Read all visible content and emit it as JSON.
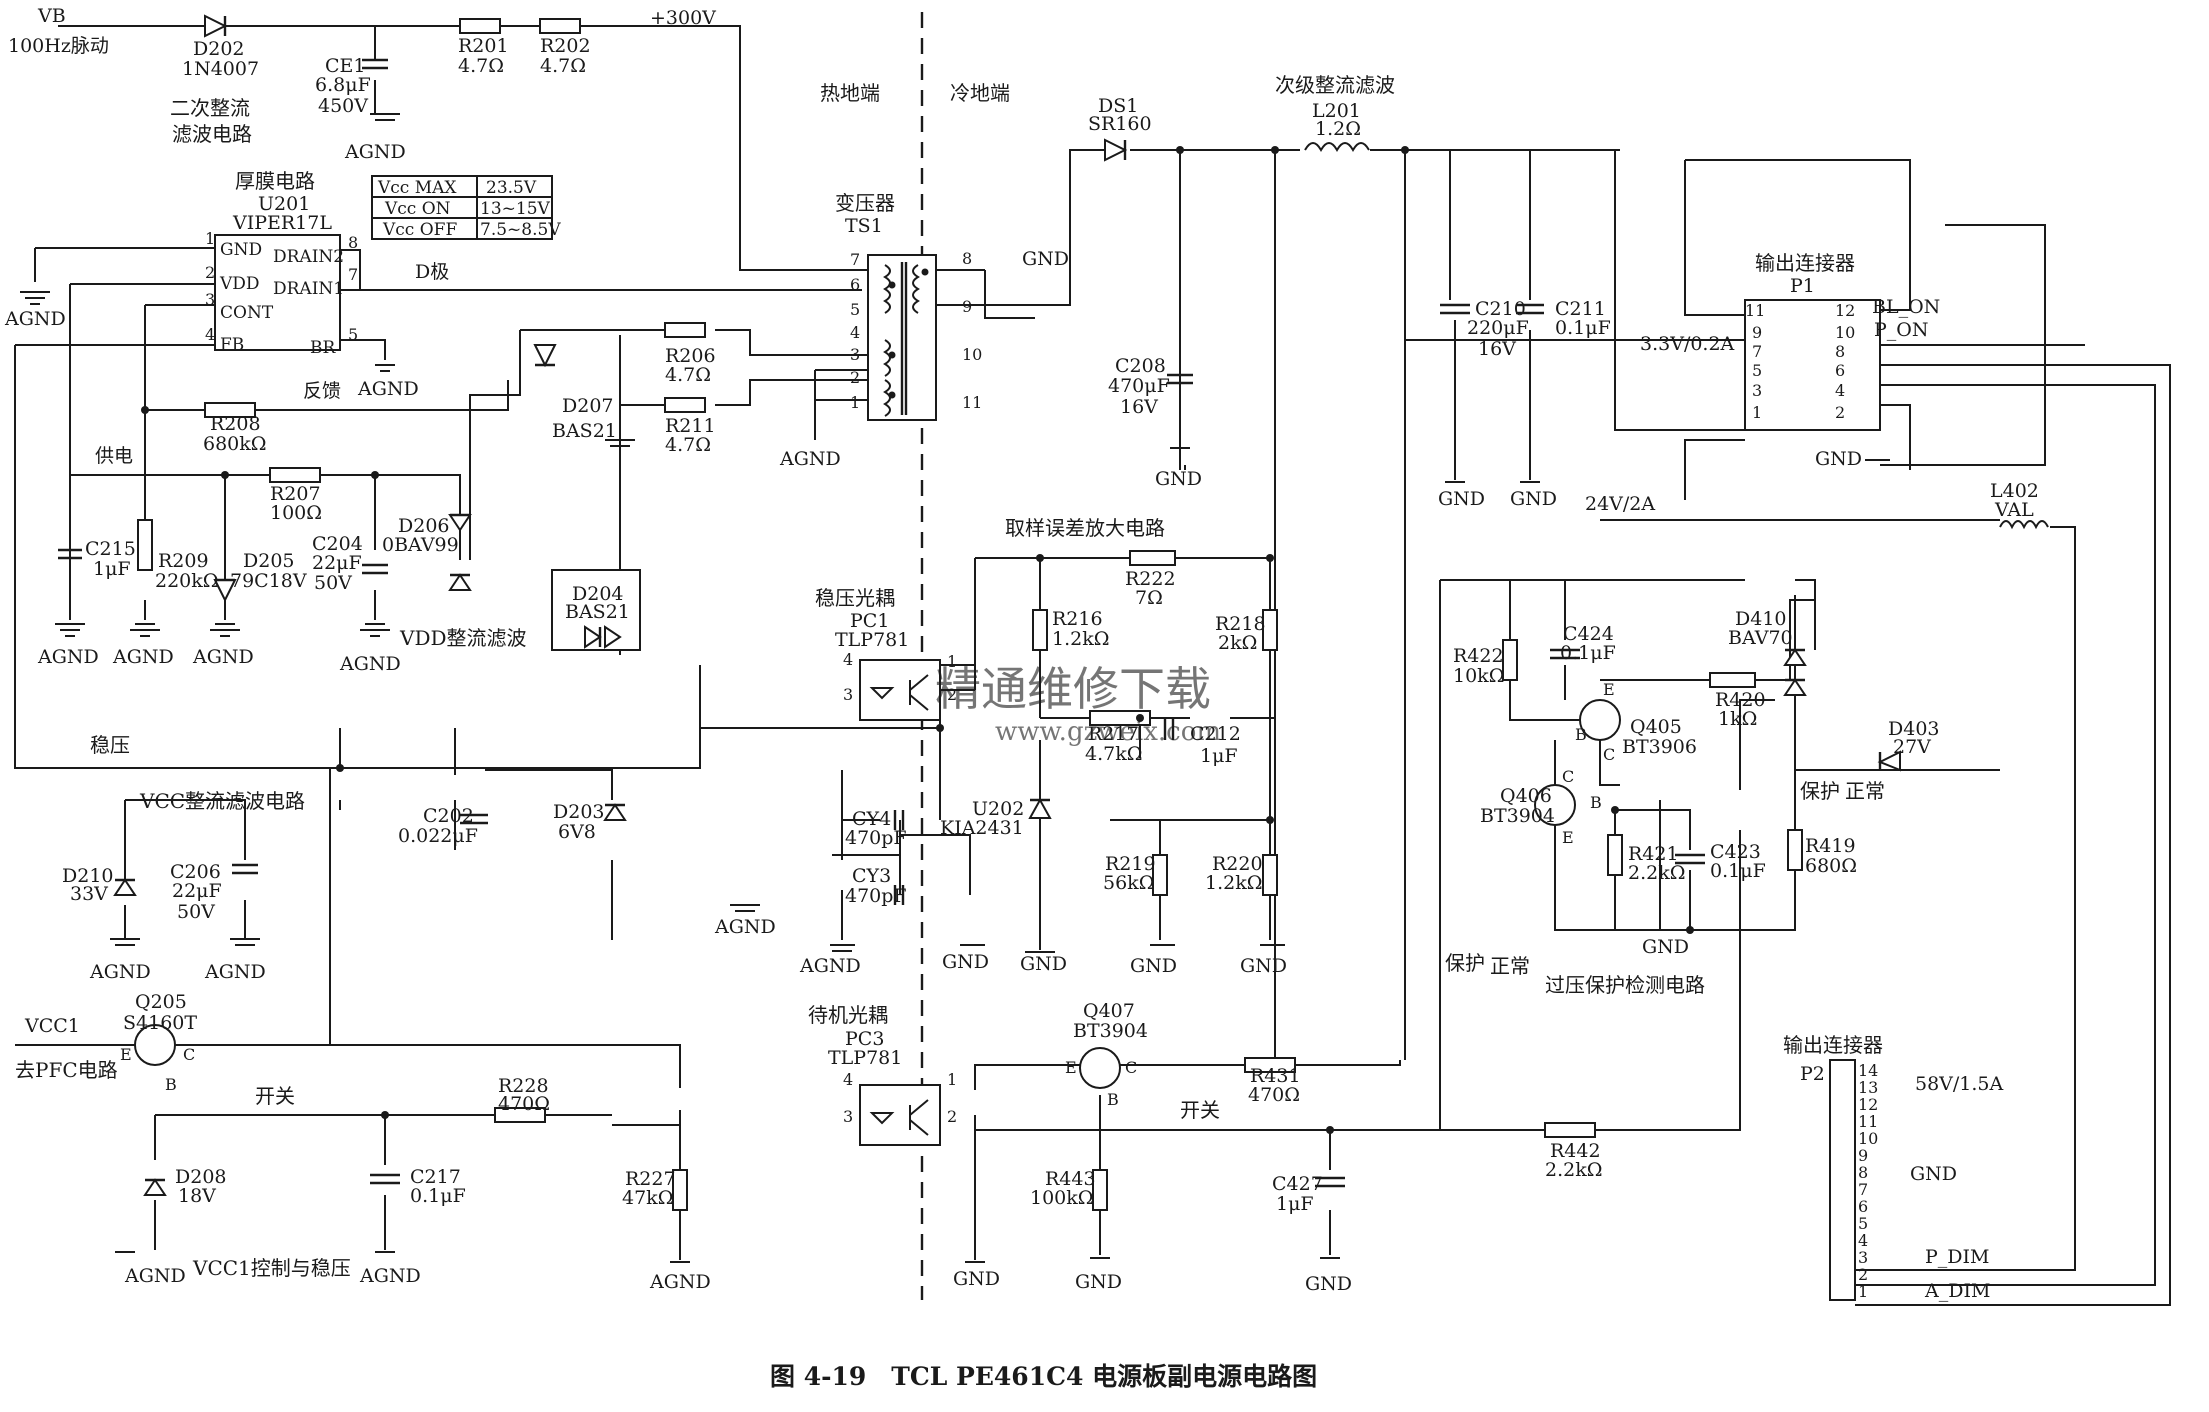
{
  "caption": "图 4-19　TCL PE461C4 电源板副电源电路图",
  "watermark": {
    "main": "精通维修下载",
    "url": "www.gzweix.com"
  },
  "regions": {
    "hot": "热地端",
    "cold": "冷地端"
  },
  "sections": {
    "secondary_rect": "二次整流\n滤波电路",
    "thick_film": "厚膜电路",
    "secondary_filter": "次级整流滤波",
    "sampling_amp": "取样误差放大电路",
    "vdd_filter": "VDD整流滤波",
    "vcc_filter": "VCC整流滤波电路",
    "vcc1_ctrl": "VCC1控制与稳压",
    "ovp": "过压保护检测电路",
    "to_pfc": "去PFC电路",
    "feedback": "反馈",
    "supply": "供电",
    "regulate": "稳压",
    "drain_pole": "D极",
    "switch1": "开关",
    "switch2": "开关",
    "protect1": "保护",
    "normal1": "正常",
    "protect2": "保护",
    "normal2": "正常"
  },
  "vcc_table": [
    {
      "k": "Vcc MAX",
      "v": "23.5V"
    },
    {
      "k": "Vcc ON",
      "v": "13~15V"
    },
    {
      "k": "Vcc OFF",
      "v": "7.5~8.5V"
    }
  ],
  "nets": {
    "vb": "VB",
    "vb_desc": "100Hz脉动",
    "hv": "+300V",
    "vcc1": "VCC1",
    "v33": "3.3V/0.2A",
    "v24": "24V/2A",
    "v58": "58V/1.5A",
    "bl_on": "BL_ON",
    "p_on": "P_ON",
    "p_dim": "P_DIM",
    "a_dim": "A_DIM"
  },
  "grounds": {
    "agnd": "AGND",
    "gnd": "GND"
  },
  "ic": {
    "ref": "U201",
    "part": "VIPER17L",
    "pins": [
      "GND",
      "VDD",
      "CONT",
      "FB",
      "DRAIN2",
      "DRAIN1",
      "BR"
    ],
    "nums": [
      "1",
      "2",
      "3",
      "4",
      "8",
      "7",
      "5"
    ]
  },
  "transformer": {
    "title": "变压器",
    "ref": "TS1",
    "pins": [
      "7",
      "6",
      "5",
      "4",
      "3",
      "2",
      "1",
      "8",
      "9",
      "10",
      "11"
    ]
  },
  "connectors": {
    "p1_title": "输出连接器",
    "p1_ref": "P1",
    "p1_left": [
      "11",
      "9",
      "7",
      "5",
      "3",
      "1"
    ],
    "p1_right": [
      "12",
      "10",
      "8",
      "6",
      "4",
      "2"
    ],
    "p2_title": "输出连接器",
    "p2_ref": "P2",
    "p2_pins": [
      "14",
      "13",
      "12",
      "11",
      "10",
      "9",
      "8",
      "7",
      "6",
      "5",
      "4",
      "3",
      "2",
      "1"
    ]
  },
  "optos": {
    "pc1_title": "稳压光耦",
    "pc1_ref": "PC1",
    "pc1_part": "TLP781",
    "pc3_title": "待机光耦",
    "pc3_ref": "PC3",
    "pc3_part": "TLP781",
    "pins": [
      "4",
      "3",
      "1",
      "2"
    ]
  },
  "parts": {
    "D202": [
      "D202",
      "1N4007"
    ],
    "CE1": [
      "CE1",
      "6.8μF",
      "450V"
    ],
    "R201": [
      "R201",
      "4.7Ω"
    ],
    "R202": [
      "R202",
      "4.7Ω"
    ],
    "R206": [
      "R206",
      "4.7Ω"
    ],
    "R211": [
      "R211",
      "4.7Ω"
    ],
    "D207": [
      "D207",
      "BAS21"
    ],
    "R208": [
      "R208",
      "680kΩ"
    ],
    "R207": [
      "R207",
      "100Ω"
    ],
    "D206": [
      "D206",
      "0BAV99"
    ],
    "C215": [
      "C215",
      "1μF"
    ],
    "R209": [
      "R209",
      "220kΩ"
    ],
    "D205": [
      "D205",
      "79C18V"
    ],
    "C204": [
      "C204",
      "22μF",
      "50V"
    ],
    "D204": [
      "D204",
      "BAS21"
    ],
    "DS1": [
      "DS1",
      "SR160"
    ],
    "L201": [
      "L201",
      "1.2Ω"
    ],
    "C210": [
      "C210",
      "220μF",
      "16V"
    ],
    "C211": [
      "C211",
      "0.1μF"
    ],
    "C208": [
      "C208",
      "470μF",
      "16V"
    ],
    "R222": [
      "R222",
      "7Ω"
    ],
    "R216": [
      "R216",
      "1.2kΩ"
    ],
    "R218": [
      "R218",
      "2kΩ"
    ],
    "R217": [
      "R217",
      "4.7kΩ"
    ],
    "C212": [
      "C212",
      "1μF"
    ],
    "U202": [
      "U202",
      "KIA2431"
    ],
    "R219": [
      "R219",
      "56kΩ"
    ],
    "R220": [
      "R220",
      "1.2kΩ"
    ],
    "C202": [
      "C202",
      "0.022μF"
    ],
    "D203": [
      "D203",
      "6V8"
    ],
    "CY4": [
      "CY4",
      "470pF"
    ],
    "CY3": [
      "CY3",
      "470pF"
    ],
    "D210": [
      "D210",
      "33V"
    ],
    "C206": [
      "C206",
      "22μF",
      "50V"
    ],
    "Q205": [
      "Q205",
      "S4160T"
    ],
    "R228": [
      "R228",
      "470Ω"
    ],
    "D208": [
      "D208",
      "18V"
    ],
    "C217": [
      "C217",
      "0.1μF"
    ],
    "R227": [
      "R227",
      "47kΩ"
    ],
    "Q407": [
      "Q407",
      "BT3904"
    ],
    "R431": [
      "R431",
      "470Ω"
    ],
    "R443": [
      "R443",
      "100kΩ"
    ],
    "C427": [
      "C427",
      "1μF"
    ],
    "R442": [
      "R442",
      "2.2kΩ"
    ],
    "R422": [
      "R422",
      "10kΩ"
    ],
    "C424": [
      "C424",
      "0.1μF"
    ],
    "Q405": [
      "Q405",
      "BT3906"
    ],
    "Q406": [
      "Q406",
      "BT3904"
    ],
    "R420": [
      "R420",
      "1kΩ"
    ],
    "D410": [
      "D410",
      "BAV70"
    ],
    "R421": [
      "R421",
      "2.2kΩ"
    ],
    "C423": [
      "C423",
      "0.1μF"
    ],
    "R419": [
      "R419",
      "680Ω"
    ],
    "D403": [
      "D403",
      "27V"
    ],
    "L402": [
      "L402",
      "VAL"
    ]
  },
  "bjt": {
    "e": "E",
    "b": "B",
    "c": "C"
  }
}
